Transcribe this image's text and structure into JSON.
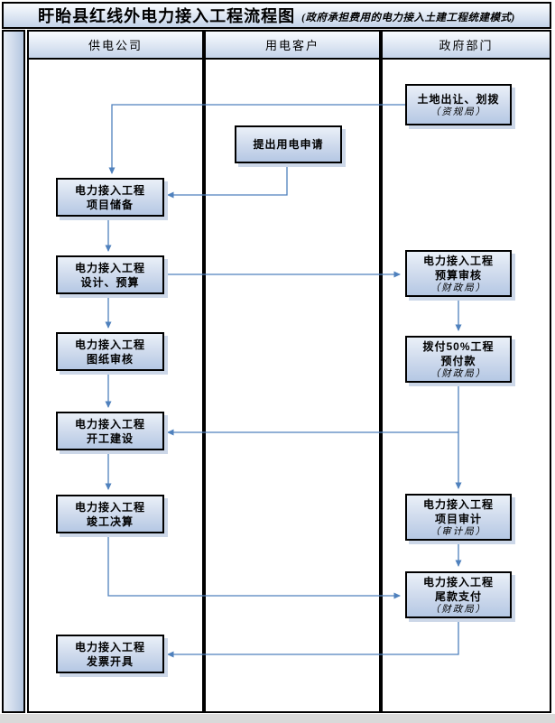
{
  "title": {
    "main": "盱眙县红线外电力接入工程流程图",
    "sub": "(政府承担费用的电力接入土建工程统建模式)"
  },
  "lanes": {
    "supply": "供电公司",
    "customer": "用电客户",
    "government": "政府部门"
  },
  "nodes": {
    "land_grant": {
      "line1": "土地出让、划拨",
      "org": "（资规局）"
    },
    "apply": {
      "line1": "提出用电申请"
    },
    "reserve": {
      "line1": "电力接入工程",
      "line2": "项目储备"
    },
    "design": {
      "line1": "电力接入工程",
      "line2": "设计、预算"
    },
    "budget_review": {
      "line1": "电力接入工程",
      "line2": "预算审核",
      "org": "（财政局）"
    },
    "drawing_review": {
      "line1": "电力接入工程",
      "line2": "图纸审核"
    },
    "prepay": {
      "line1": "拨付50%工程",
      "line2": "预付款",
      "org": "（财政局）"
    },
    "construction": {
      "line1": "电力接入工程",
      "line2": "开工建设"
    },
    "final_account": {
      "line1": "电力接入工程",
      "line2": "竣工决算"
    },
    "audit": {
      "line1": "电力接入工程",
      "line2": "项目审计",
      "org": "（审计局）"
    },
    "final_payment": {
      "line1": "电力接入工程",
      "line2": "尾款支付",
      "org": "（财政局）"
    },
    "invoice": {
      "line1": "电力接入工程",
      "line2": "发票开具"
    }
  },
  "colors": {
    "arrow": "#4f81bd",
    "box_border": "#000000",
    "box_fill_top": "#eaf0f8",
    "box_fill_bottom": "#b5c8e4",
    "header_fill": "#c5d4ea"
  }
}
